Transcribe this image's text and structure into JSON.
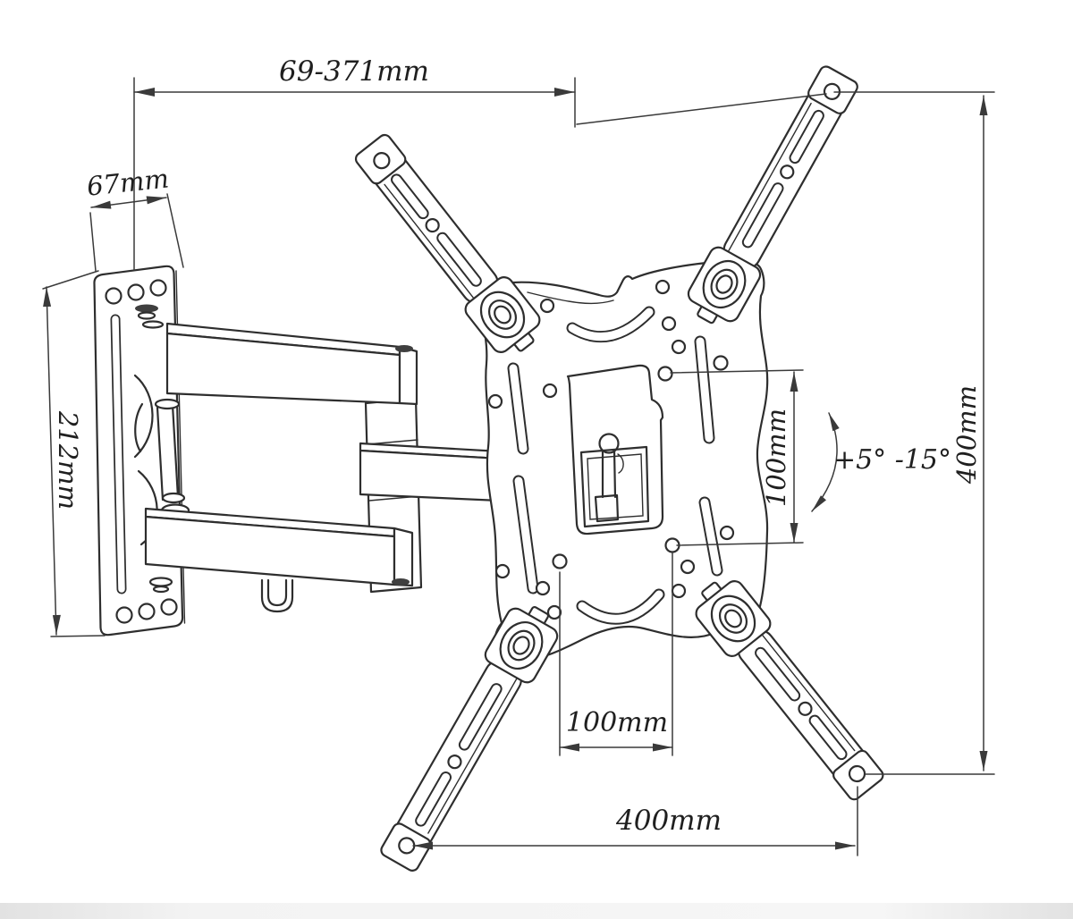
{
  "page": {
    "background": "#ffffff",
    "edge_band_color": "#e9e9e9"
  },
  "drawing": {
    "subject": "Full-motion articulating TV wall mount bracket - dimensioned technical line drawing",
    "line_color": "#2e2e2e",
    "dimension_color": "#3a3a3a",
    "text_color": "#1f1f1f"
  },
  "labels": {
    "extension_range": "69-371mm",
    "wall_plate_width": "67mm",
    "wall_plate_height": "212mm",
    "vesa_vertical": "100mm",
    "tilt_range": "+5° -15°",
    "bracket_height": "400mm",
    "vesa_horizontal": "100mm",
    "bracket_width": "400mm"
  }
}
